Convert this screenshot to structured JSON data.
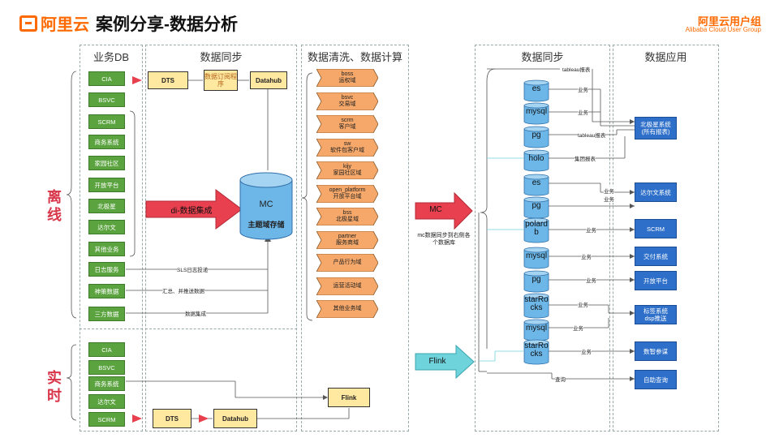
{
  "header": {
    "logo_text": "阿里云",
    "title": "案例分享-数据分析",
    "group_title": "阿里云用户组",
    "group_sub": "Alibaba Cloud User Group"
  },
  "sections": {
    "business_db": "业务DB",
    "sync1": "数据同步",
    "clean": "数据清洗、数据计算",
    "sync2": "数据同步",
    "app": "数据应用"
  },
  "side_labels": {
    "offline": "离线",
    "realtime": "实时"
  },
  "offline_sources": [
    "CIA",
    "BSVC",
    "SCRM",
    "商务系统",
    "家园社区",
    "开放平台",
    "北极星",
    "达尔文",
    "其他业务",
    "日志服务",
    "神策数据",
    "三方数据"
  ],
  "realtime_sources": [
    "CIA",
    "BSVC",
    "商务系统",
    "达尔文",
    "SCRM"
  ],
  "sync_boxes": {
    "dts": "DTS",
    "subscription": "数据订阅程序",
    "datahub": "Datahub",
    "dts2": "DTS",
    "datahub2": "Datahub",
    "flink": "Flink"
  },
  "arrows": {
    "di": "di-数据集成",
    "mc": "MC",
    "mc_note": "mc数据同步到右侧各个数据库",
    "flink": "Flink"
  },
  "mc_store": {
    "title": "MC",
    "subtitle": "主题域存储"
  },
  "line_labels": {
    "sls": "SLS日志投递",
    "aggregate": "汇总、并推送数据",
    "integrate": "数据集成"
  },
  "domains": [
    {
      "name": "boss",
      "desc": "运权域"
    },
    {
      "name": "bsvc",
      "desc": "交易域"
    },
    {
      "name": "scrm",
      "desc": "客户域"
    },
    {
      "name": "sw",
      "desc": "软件包客户域"
    },
    {
      "name": "kijy",
      "desc": "家园社区域"
    },
    {
      "name": "open_platform",
      "desc": "开放平台域"
    },
    {
      "name": "bss",
      "desc": "北极星域"
    },
    {
      "name": "partner",
      "desc": "服务商域"
    },
    {
      "name": "",
      "desc": "产品行为域"
    },
    {
      "name": "",
      "desc": "运营活动域"
    },
    {
      "name": "",
      "desc": "其他业务域"
    }
  ],
  "databases": [
    "es",
    "mysql",
    "pg",
    "holo",
    "es",
    "pg",
    "polardb",
    "mysql",
    "pg",
    "starRocks",
    "mysql",
    "starRocks"
  ],
  "edge_labels": {
    "tableau_report": "tableau报表",
    "biz": "业务",
    "tableau2": "tableau报表",
    "group_report": "集团报表",
    "query": "查询"
  },
  "apps": [
    "北极星系统\n(所有报表)",
    "达尔文系统",
    "SCRM",
    "交付系统",
    "开放平台",
    "标签系统\ndsp推送",
    "数智参谋",
    "自助查询"
  ],
  "colors": {
    "brand": "#ff6a00",
    "green": "#5aa33e",
    "red_arrow": "#e8404e",
    "teal_arrow": "#6fd3dc",
    "blue": "#2e6fc9",
    "orange_tag": "#f5a86a",
    "cylinder": "#6cb6e8"
  }
}
